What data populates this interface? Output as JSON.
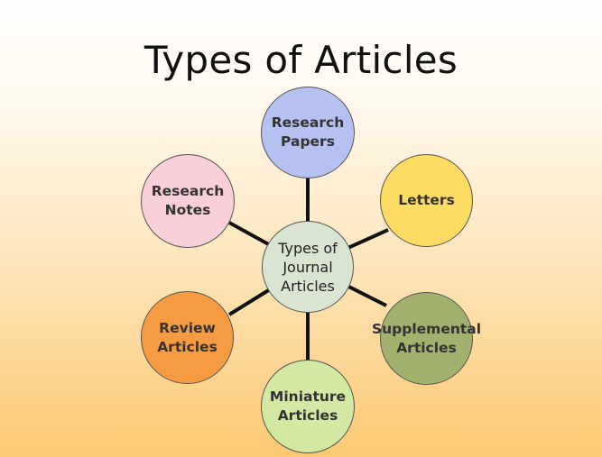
{
  "title": "Types of Articles",
  "center": {
    "label": "Types of\nJournal\nArticles",
    "fill": "#d9e5d1"
  },
  "nodes": [
    {
      "label": "Research\nPapers",
      "fill": "#b5c1f1"
    },
    {
      "label": "Letters",
      "fill": "#fedb63"
    },
    {
      "label": "Supplemental\nArticles",
      "fill": "#a3b16f"
    },
    {
      "label": "Miniature\nArticles",
      "fill": "#d3e8a3"
    },
    {
      "label": "Review\nArticles",
      "fill": "#f79b43"
    },
    {
      "label": "Research\nNotes",
      "fill": "#f9cfd8"
    }
  ],
  "colors": {
    "connector": "#111111",
    "outline": "#555555"
  }
}
